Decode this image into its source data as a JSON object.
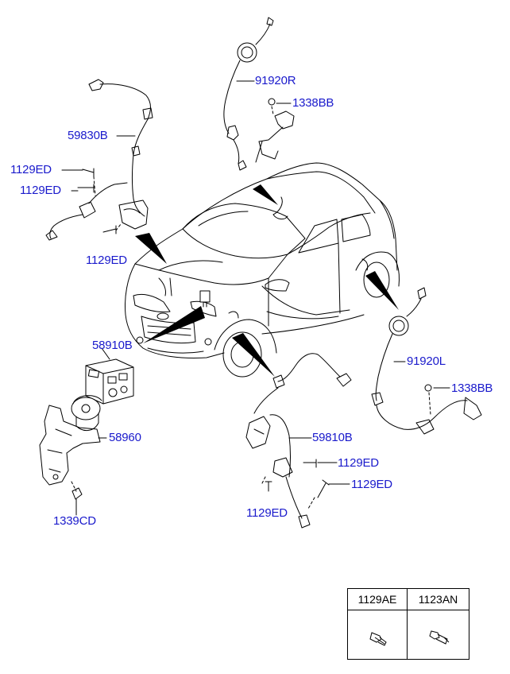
{
  "labels": {
    "p91920R": "91920R",
    "p1338BB_top": "1338BB",
    "p59830B": "59830B",
    "p1129ED_a": "1129ED",
    "p1129ED_b": "1129ED",
    "p1129ED_c": "1129ED",
    "p58910B": "58910B",
    "p58960": "58960",
    "p1339CD": "1339CD",
    "p91920L": "91920L",
    "p1338BB_right": "1338BB",
    "p59810B": "59810B",
    "p1129ED_d": "1129ED",
    "p1129ED_e": "1129ED",
    "p1129ED_f": "1129ED"
  },
  "legend": {
    "col1": "1129AE",
    "col2": "1123AN"
  },
  "colors": {
    "label": "#1a1acc",
    "line": "#000000"
  }
}
